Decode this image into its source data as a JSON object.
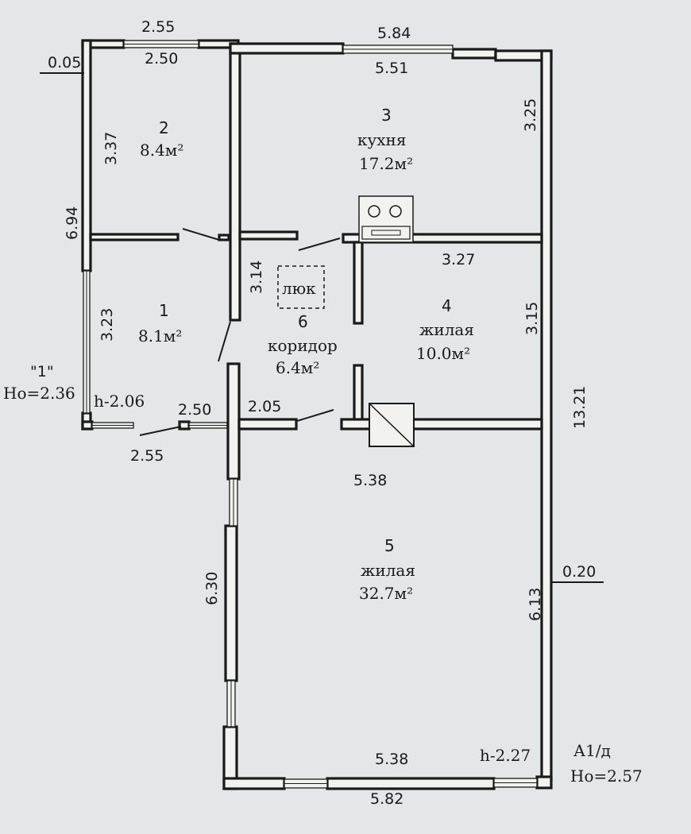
{
  "rooms": {
    "r1": {
      "number": "1",
      "area": "8.1м²"
    },
    "r2": {
      "number": "2",
      "area": "8.4м²"
    },
    "r3": {
      "number": "3",
      "name": "кухня",
      "area": "17.2м²"
    },
    "r4": {
      "number": "4",
      "name": "жилая",
      "area": "10.0м²"
    },
    "r5": {
      "number": "5",
      "name": "жилая",
      "area": "32.7м²"
    },
    "r6": {
      "number": "6",
      "name": "коридор",
      "area": "6.4м²"
    }
  },
  "hatch": "люк",
  "dimensions": {
    "top_left_outer": "2.55",
    "top_left_inner": "2.50",
    "top_right_outer": "5.84",
    "top_right_inner": "5.51",
    "left_level": "0.05",
    "room2_height": "3.37",
    "left_total": "6.94",
    "room3_height": "3.25",
    "room4_width": "3.27",
    "corridor_height": "3.14",
    "room1_height": "3.23",
    "room4_height": "3.15",
    "right_total": "13.21",
    "bottom_left_inner": "2.50",
    "bottom_left_outer": "2.55",
    "corridor_width": "2.05",
    "room5_width_top": "5.38",
    "right_level": "0.20",
    "room5_left": "6.30",
    "room5_right": "6.13",
    "bottom_inner": "5.38",
    "bottom_outer": "5.82"
  },
  "annotations": {
    "block1_name": "\"1\"",
    "block1_ho": "Ho=2.36",
    "block1_h": "h-2.06",
    "main_h": "h-2.27",
    "main_name": "А1/д",
    "main_ho": "Ho=2.57"
  }
}
